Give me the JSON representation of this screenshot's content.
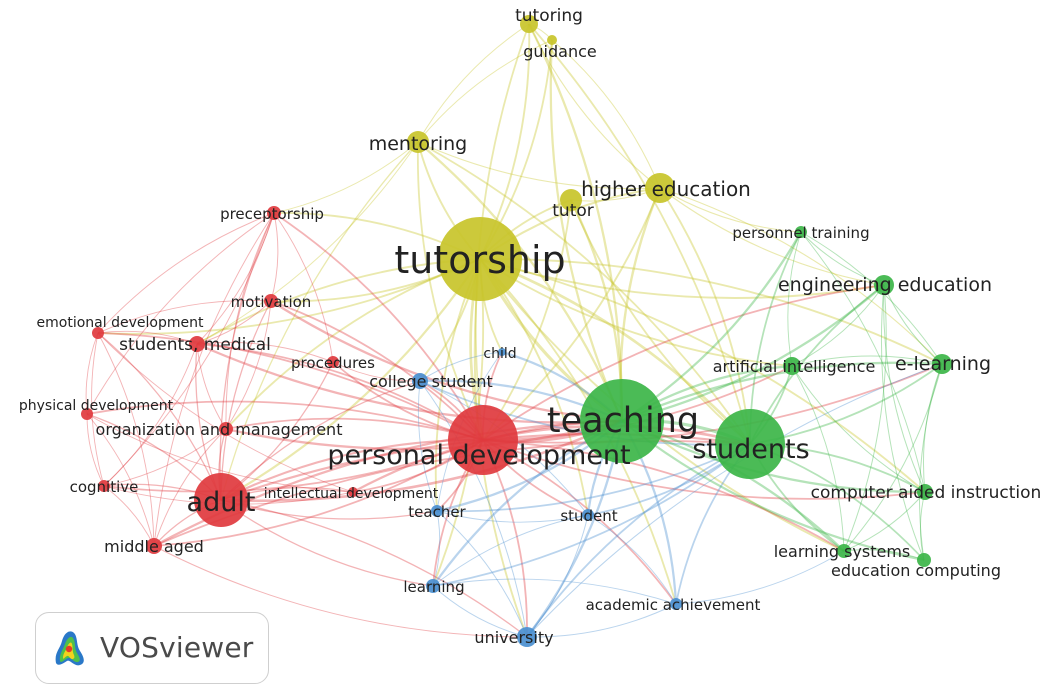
{
  "colors": {
    "red": "#e03a3e",
    "green": "#3cb548",
    "yellow": "#c8c42a",
    "blue": "#4a8fd0",
    "label": "#222222"
  },
  "app_badge": {
    "name": "VOSviewer",
    "icon": "vosviewer-logo-icon"
  },
  "nodes": [
    {
      "id": "tutoring",
      "label": "tutoring",
      "cluster": "yellow",
      "weight": 1
    },
    {
      "id": "guidance",
      "label": "guidance",
      "cluster": "yellow",
      "weight": 0.4
    },
    {
      "id": "mentoring",
      "label": "mentoring",
      "cluster": "yellow",
      "weight": 1.2
    },
    {
      "id": "higher_education",
      "label": "higher education",
      "cluster": "yellow",
      "weight": 2
    },
    {
      "id": "tutor",
      "label": "tutor",
      "cluster": "yellow",
      "weight": 1.2
    },
    {
      "id": "tutorship",
      "label": "tutorship",
      "cluster": "yellow",
      "weight": 10
    },
    {
      "id": "preceptorship",
      "label": "preceptorship",
      "cluster": "red",
      "weight": 0.8
    },
    {
      "id": "motivation",
      "label": "motivation",
      "cluster": "red",
      "weight": 0.7
    },
    {
      "id": "emotional_development",
      "label": "emotional development",
      "cluster": "red",
      "weight": 0.6
    },
    {
      "id": "students_medical",
      "label": "students, medical",
      "cluster": "red",
      "weight": 0.8
    },
    {
      "id": "procedures",
      "label": "procedures",
      "cluster": "red",
      "weight": 0.6
    },
    {
      "id": "physical_development",
      "label": "physical development",
      "cluster": "red",
      "weight": 0.6
    },
    {
      "id": "organization_and_management",
      "label": "organization and management",
      "cluster": "red",
      "weight": 0.8
    },
    {
      "id": "cognitive",
      "label": "cognitive",
      "cluster": "red",
      "weight": 0.6
    },
    {
      "id": "adult",
      "label": "adult",
      "cluster": "red",
      "weight": 4
    },
    {
      "id": "middle_aged",
      "label": "middle aged",
      "cluster": "red",
      "weight": 0.8
    },
    {
      "id": "intellectual_development",
      "label": "intellectual development",
      "cluster": "red",
      "weight": 0.5
    },
    {
      "id": "personal_development",
      "label": "personal development",
      "cluster": "red",
      "weight": 9
    },
    {
      "id": "child",
      "label": "child",
      "cluster": "blue",
      "weight": 0.4
    },
    {
      "id": "college_student",
      "label": "college student",
      "cluster": "blue",
      "weight": 0.8
    },
    {
      "id": "teacher",
      "label": "teacher",
      "cluster": "blue",
      "weight": 0.6
    },
    {
      "id": "student",
      "label": "student",
      "cluster": "blue",
      "weight": 0.6
    },
    {
      "id": "learning",
      "label": "learning",
      "cluster": "blue",
      "weight": 0.7
    },
    {
      "id": "university",
      "label": "university",
      "cluster": "blue",
      "weight": 1.2
    },
    {
      "id": "academic_achievement",
      "label": "academic achievement",
      "cluster": "blue",
      "weight": 0.6
    },
    {
      "id": "teaching",
      "label": "teaching",
      "cluster": "green",
      "weight": 14
    },
    {
      "id": "students",
      "label": "students",
      "cluster": "green",
      "weight": 9
    },
    {
      "id": "personnel_training",
      "label": "personnel training",
      "cluster": "green",
      "weight": 0.6
    },
    {
      "id": "engineering_education",
      "label": "engineering education",
      "cluster": "green",
      "weight": 1.2
    },
    {
      "id": "artificial_intelligence",
      "label": "artificial intelligence",
      "cluster": "green",
      "weight": 0.8
    },
    {
      "id": "e_learning",
      "label": "e-learning",
      "cluster": "green",
      "weight": 1.2
    },
    {
      "id": "computer_aided_instruction",
      "label": "computer aided instruction",
      "cluster": "green",
      "weight": 0.9
    },
    {
      "id": "learning_systems",
      "label": "learning systems",
      "cluster": "green",
      "weight": 0.8
    },
    {
      "id": "education_computing",
      "label": "education computing",
      "cluster": "green",
      "weight": 0.7
    }
  ],
  "links": [
    [
      "tutoring",
      "guidance"
    ],
    [
      "tutoring",
      "mentoring"
    ],
    [
      "tutoring",
      "tutorship"
    ],
    [
      "tutoring",
      "higher_education"
    ],
    [
      "tutoring",
      "teaching"
    ],
    [
      "tutoring",
      "personal_development"
    ],
    [
      "tutoring",
      "students"
    ],
    [
      "guidance",
      "mentoring"
    ],
    [
      "guidance",
      "tutorship"
    ],
    [
      "guidance",
      "teaching"
    ],
    [
      "guidance",
      "higher_education"
    ],
    [
      "mentoring",
      "tutorship"
    ],
    [
      "mentoring",
      "preceptorship"
    ],
    [
      "mentoring",
      "higher_education"
    ],
    [
      "mentoring",
      "teaching"
    ],
    [
      "mentoring",
      "personal_development"
    ],
    [
      "mentoring",
      "students"
    ],
    [
      "mentoring",
      "adult"
    ],
    [
      "mentoring",
      "students_medical"
    ],
    [
      "higher_education",
      "tutorship"
    ],
    [
      "higher_education",
      "tutor"
    ],
    [
      "higher_education",
      "teaching"
    ],
    [
      "higher_education",
      "students"
    ],
    [
      "higher_education",
      "engineering_education"
    ],
    [
      "higher_education",
      "e_learning"
    ],
    [
      "higher_education",
      "personnel_training"
    ],
    [
      "higher_education",
      "personal_development"
    ],
    [
      "tutor",
      "tutorship"
    ],
    [
      "tutor",
      "teaching"
    ],
    [
      "tutor",
      "students"
    ],
    [
      "tutor",
      "personal_development"
    ],
    [
      "tutorship",
      "teaching"
    ],
    [
      "tutorship",
      "students"
    ],
    [
      "tutorship",
      "personal_development"
    ],
    [
      "tutorship",
      "adult"
    ],
    [
      "tutorship",
      "preceptorship"
    ],
    [
      "tutorship",
      "motivation"
    ],
    [
      "tutorship",
      "students_medical"
    ],
    [
      "tutorship",
      "college_student"
    ],
    [
      "tutorship",
      "university"
    ],
    [
      "tutorship",
      "learning"
    ],
    [
      "tutorship",
      "engineering_education"
    ],
    [
      "tutorship",
      "e_learning"
    ],
    [
      "tutorship",
      "artificial_intelligence"
    ],
    [
      "tutorship",
      "computer_aided_instruction"
    ],
    [
      "tutorship",
      "learning_systems"
    ],
    [
      "tutorship",
      "student"
    ],
    [
      "tutorship",
      "teacher"
    ],
    [
      "tutorship",
      "academic_achievement"
    ],
    [
      "tutorship",
      "child"
    ],
    [
      "tutorship",
      "emotional_development"
    ],
    [
      "tutorship",
      "organization_and_management"
    ],
    [
      "preceptorship",
      "motivation"
    ],
    [
      "preceptorship",
      "emotional_development"
    ],
    [
      "preceptorship",
      "students_medical"
    ],
    [
      "preceptorship",
      "adult"
    ],
    [
      "preceptorship",
      "personal_development"
    ],
    [
      "preceptorship",
      "organization_and_management"
    ],
    [
      "preceptorship",
      "cognitive"
    ],
    [
      "preceptorship",
      "physical_development"
    ],
    [
      "preceptorship",
      "procedures"
    ],
    [
      "preceptorship",
      "middle_aged"
    ],
    [
      "motivation",
      "students_medical"
    ],
    [
      "motivation",
      "adult"
    ],
    [
      "motivation",
      "personal_development"
    ],
    [
      "motivation",
      "emotional_development"
    ],
    [
      "motivation",
      "organization_and_management"
    ],
    [
      "motivation",
      "teaching"
    ],
    [
      "emotional_development",
      "students_medical"
    ],
    [
      "emotional_development",
      "physical_development"
    ],
    [
      "emotional_development",
      "adult"
    ],
    [
      "emotional_development",
      "cognitive"
    ],
    [
      "emotional_development",
      "personal_development"
    ],
    [
      "emotional_development",
      "intellectual_development"
    ],
    [
      "emotional_development",
      "middle_aged"
    ],
    [
      "students_medical",
      "adult"
    ],
    [
      "students_medical",
      "personal_development"
    ],
    [
      "students_medical",
      "organization_and_management"
    ],
    [
      "students_medical",
      "procedures"
    ],
    [
      "students_medical",
      "teaching"
    ],
    [
      "students_medical",
      "cognitive"
    ],
    [
      "procedures",
      "personal_development"
    ],
    [
      "procedures",
      "adult"
    ],
    [
      "procedures",
      "college_student"
    ],
    [
      "physical_development",
      "adult"
    ],
    [
      "physical_development",
      "cognitive"
    ],
    [
      "physical_development",
      "personal_development"
    ],
    [
      "physical_development",
      "intellectual_development"
    ],
    [
      "physical_development",
      "middle_aged"
    ],
    [
      "organization_and_management",
      "adult"
    ],
    [
      "organization_and_management",
      "personal_development"
    ],
    [
      "organization_and_management",
      "teaching"
    ],
    [
      "organization_and_management",
      "cognitive"
    ],
    [
      "organization_and_management",
      "middle_aged"
    ],
    [
      "cognitive",
      "adult"
    ],
    [
      "cognitive",
      "personal_development"
    ],
    [
      "cognitive",
      "middle_aged"
    ],
    [
      "cognitive",
      "intellectual_development"
    ],
    [
      "adult",
      "personal_development"
    ],
    [
      "adult",
      "middle_aged"
    ],
    [
      "adult",
      "intellectual_development"
    ],
    [
      "adult",
      "teaching"
    ],
    [
      "adult",
      "students"
    ],
    [
      "adult",
      "learning"
    ],
    [
      "adult",
      "university"
    ],
    [
      "adult",
      "teacher"
    ],
    [
      "adult",
      "college_student"
    ],
    [
      "middle_aged",
      "personal_development"
    ],
    [
      "middle_aged",
      "teaching"
    ],
    [
      "middle_aged",
      "university"
    ],
    [
      "middle_aged",
      "students"
    ],
    [
      "intellectual_development",
      "personal_development"
    ],
    [
      "intellectual_development",
      "teaching"
    ],
    [
      "personal_development",
      "teaching"
    ],
    [
      "personal_development",
      "students"
    ],
    [
      "personal_development",
      "college_student"
    ],
    [
      "personal_development",
      "teacher"
    ],
    [
      "personal_development",
      "student"
    ],
    [
      "personal_development",
      "university"
    ],
    [
      "personal_development",
      "learning"
    ],
    [
      "personal_development",
      "child"
    ],
    [
      "personal_development",
      "e_learning"
    ],
    [
      "personal_development",
      "engineering_education"
    ],
    [
      "personal_development",
      "computer_aided_instruction"
    ],
    [
      "personal_development",
      "academic_achievement"
    ],
    [
      "personal_development",
      "artificial_intelligence"
    ],
    [
      "personal_development",
      "learning_systems"
    ],
    [
      "child",
      "college_student"
    ],
    [
      "child",
      "teaching"
    ],
    [
      "child",
      "teacher"
    ],
    [
      "college_student",
      "teaching"
    ],
    [
      "college_student",
      "teacher"
    ],
    [
      "college_student",
      "student"
    ],
    [
      "college_student",
      "students"
    ],
    [
      "college_student",
      "university"
    ],
    [
      "teacher",
      "teaching"
    ],
    [
      "teacher",
      "learning"
    ],
    [
      "teacher",
      "student"
    ],
    [
      "teacher",
      "university"
    ],
    [
      "teacher",
      "students"
    ],
    [
      "student",
      "teaching"
    ],
    [
      "student",
      "students"
    ],
    [
      "student",
      "university"
    ],
    [
      "student",
      "learning"
    ],
    [
      "student",
      "academic_achievement"
    ],
    [
      "learning",
      "university"
    ],
    [
      "learning",
      "teaching"
    ],
    [
      "learning",
      "students"
    ],
    [
      "learning",
      "academic_achievement"
    ],
    [
      "university",
      "teaching"
    ],
    [
      "university",
      "students"
    ],
    [
      "university",
      "academic_achievement"
    ],
    [
      "university",
      "e_learning"
    ],
    [
      "academic_achievement",
      "teaching"
    ],
    [
      "academic_achievement",
      "students"
    ],
    [
      "academic_achievement",
      "learning_systems"
    ],
    [
      "teaching",
      "students"
    ],
    [
      "teaching",
      "engineering_education"
    ],
    [
      "teaching",
      "e_learning"
    ],
    [
      "teaching",
      "personnel_training"
    ],
    [
      "teaching",
      "artificial_intelligence"
    ],
    [
      "teaching",
      "computer_aided_instruction"
    ],
    [
      "teaching",
      "learning_systems"
    ],
    [
      "teaching",
      "education_computing"
    ],
    [
      "students",
      "engineering_education"
    ],
    [
      "students",
      "e_learning"
    ],
    [
      "students",
      "personnel_training"
    ],
    [
      "students",
      "artificial_intelligence"
    ],
    [
      "students",
      "computer_aided_instruction"
    ],
    [
      "students",
      "learning_systems"
    ],
    [
      "students",
      "education_computing"
    ],
    [
      "personnel_training",
      "engineering_education"
    ],
    [
      "personnel_training",
      "e_learning"
    ],
    [
      "personnel_training",
      "artificial_intelligence"
    ],
    [
      "personnel_training",
      "computer_aided_instruction"
    ],
    [
      "engineering_education",
      "e_learning"
    ],
    [
      "engineering_education",
      "artificial_intelligence"
    ],
    [
      "engineering_education",
      "computer_aided_instruction"
    ],
    [
      "engineering_education",
      "learning_systems"
    ],
    [
      "engineering_education",
      "education_computing"
    ],
    [
      "artificial_intelligence",
      "e_learning"
    ],
    [
      "artificial_intelligence",
      "computer_aided_instruction"
    ],
    [
      "artificial_intelligence",
      "learning_systems"
    ],
    [
      "e_learning",
      "computer_aided_instruction"
    ],
    [
      "e_learning",
      "learning_systems"
    ],
    [
      "e_learning",
      "education_computing"
    ],
    [
      "computer_aided_instruction",
      "learning_systems"
    ],
    [
      "computer_aided_instruction",
      "education_computing"
    ],
    [
      "learning_systems",
      "education_computing"
    ]
  ]
}
